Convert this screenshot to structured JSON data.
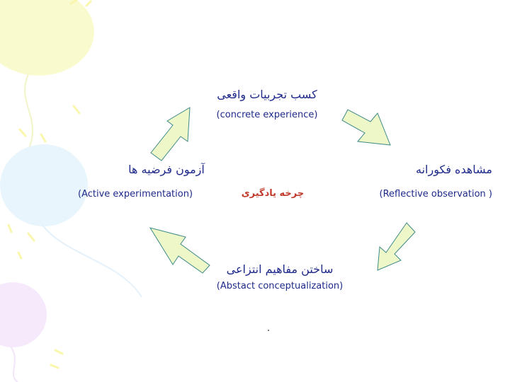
{
  "stages": {
    "top": {
      "fa": "کسب تجربیات واقعی",
      "en": "(concrete experience)"
    },
    "right": {
      "fa": "مشاهده فکورانه",
      "en": "(Reflective observation )"
    },
    "bottom": {
      "fa": "ساختن مفاهیم انتزاعی",
      "en": "(Abstact conceptualization)"
    },
    "left": {
      "fa": "آزمون فرضیه ها",
      "en": "(Active experimentation)"
    }
  },
  "center_label": "چرخه یادگیری",
  "colors": {
    "text": "#1f2a8a",
    "center_text": "#c0392b",
    "arrow_fill": "#edf7c8",
    "arrow_stroke": "#3f8a8a"
  },
  "icons": [
    "arrow-right-down-icon",
    "arrow-left-down-icon",
    "arrow-left-up-icon",
    "arrow-right-up-icon"
  ]
}
